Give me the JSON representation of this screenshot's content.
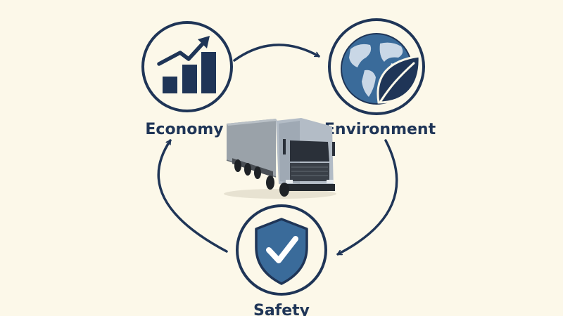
{
  "nodes": {
    "economy": {
      "label": "Economy",
      "icon": "growth-bar-chart-icon"
    },
    "environment": {
      "label": "Environment",
      "icon": "globe-with-leaf-icon"
    },
    "safety": {
      "label": "Safety",
      "icon": "shield-checkmark-icon"
    }
  },
  "center": {
    "image": "semi-truck-trailer"
  },
  "colors": {
    "background": "#fcf8e9",
    "primary": "#1f3557",
    "accent": "#3a6b9a"
  }
}
